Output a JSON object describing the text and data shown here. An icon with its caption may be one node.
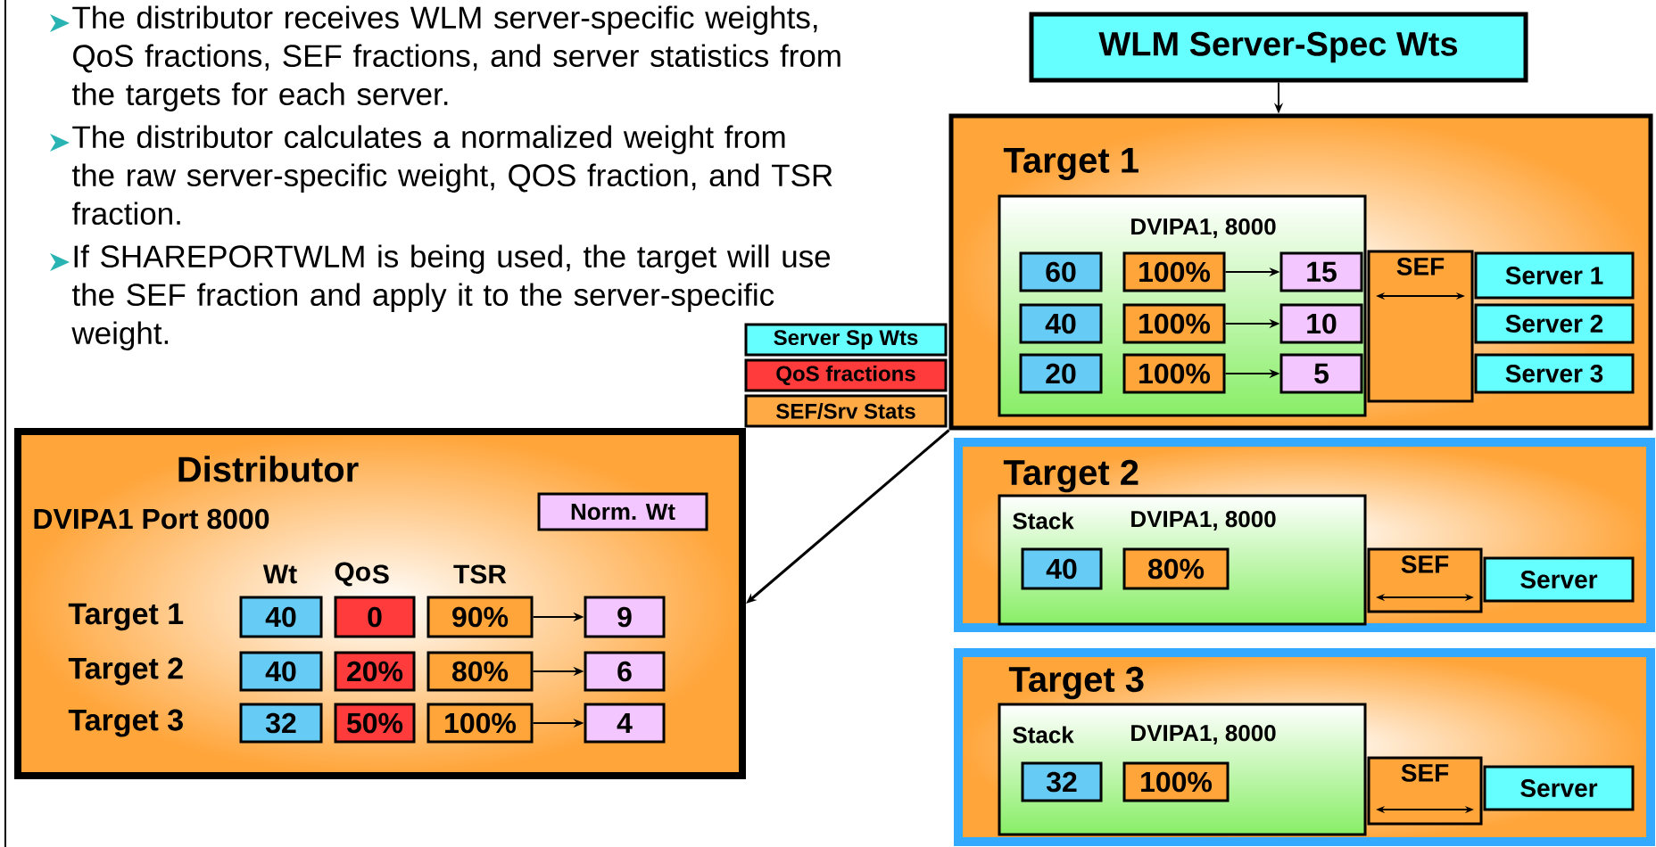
{
  "diagram": {
    "nodes": [
      {
        "text": [
          "WLM Server-Spec Wts"
        ]
      },
      {
        "text": [
          "Target 1"
        ]
      },
      {
        "text": [
          "DVIPA1, 8000"
        ],
        "in": 1
      },
      {
        "text": [
          "60"
        ],
        "in": 2
      },
      {
        "text": [
          "40"
        ],
        "in": 2
      },
      {
        "text": [
          "20"
        ],
        "in": 2
      },
      {
        "text": [
          "100%"
        ],
        "in": 2
      },
      {
        "text": [
          "100%"
        ],
        "in": 2
      },
      {
        "text": [
          "100%"
        ],
        "in": 2
      },
      {
        "text": [
          "15"
        ],
        "in": 2
      },
      {
        "text": [
          "10"
        ],
        "in": 2
      },
      {
        "text": [
          "5"
        ],
        "in": 2
      },
      {
        "text": [
          "SEF"
        ],
        "in": 1
      },
      {
        "text": [
          "Server 1"
        ],
        "in": 1
      },
      {
        "text": [
          "Server 2"
        ],
        "in": 1
      },
      {
        "text": [
          "Server 3"
        ],
        "in": 1
      },
      {
        "text": [
          "Target 2"
        ]
      },
      {
        "text": [
          "Stack",
          "DVIPA1, 8000"
        ],
        "in": 16
      },
      {
        "text": [
          "40"
        ],
        "in": 17
      },
      {
        "text": [
          "80%"
        ],
        "in": 17
      },
      {
        "text": [
          "SEF"
        ],
        "in": 16
      },
      {
        "text": [
          "Server"
        ],
        "in": 16
      },
      {
        "text": [
          "Target 3"
        ]
      },
      {
        "text": [
          "Stack",
          "DVIPA1, 8000"
        ],
        "in": 22
      },
      {
        "text": [
          "32"
        ],
        "in": 23
      },
      {
        "text": [
          "100%"
        ],
        "in": 23
      },
      {
        "text": [
          "SEF"
        ],
        "in": 22
      },
      {
        "text": [
          "Server"
        ],
        "in": 22
      },
      {
        "text": [
          "Distributor",
          "DVIPA1 Port 8000"
        ]
      },
      {
        "text": [
          "Norm. Wt"
        ],
        "in": 28
      },
      {
        "text": [
          "40"
        ],
        "in": 28
      },
      {
        "text": [
          "40"
        ],
        "in": 28
      },
      {
        "text": [
          "32"
        ],
        "in": 28
      },
      {
        "text": [
          "0"
        ],
        "in": 28
      },
      {
        "text": [
          "20%"
        ],
        "in": 28
      },
      {
        "text": [
          "50%"
        ],
        "in": 28
      },
      {
        "text": [
          "90%"
        ],
        "in": 28
      },
      {
        "text": [
          "80%"
        ],
        "in": 28
      },
      {
        "text": [
          "100%"
        ],
        "in": 28
      },
      {
        "text": [
          "9"
        ],
        "in": 28
      },
      {
        "text": [
          "6"
        ],
        "in": 28
      },
      {
        "text": [
          "4"
        ],
        "in": 28
      }
    ],
    "edges": [
      {
        "from": 0,
        "to": 1,
        "arrow": "to"
      },
      {
        "from": 6,
        "to": 9,
        "arrow": "to"
      },
      {
        "from": 7,
        "to": 10,
        "arrow": "to"
      },
      {
        "from": 8,
        "to": 11,
        "arrow": "to"
      },
      {
        "from": 36,
        "to": 39,
        "arrow": "to"
      },
      {
        "from": 37,
        "to": 40,
        "arrow": "to"
      },
      {
        "from": 38,
        "to": 41,
        "arrow": "to"
      },
      {
        "from": 1,
        "to": 28,
        "arrow": "to"
      }
    ],
    "labels": [
      "The distributor receives WLM server-specific weights, QoS fractions, SEF fractions, and server statistics from the targets for each server.",
      "The distributor calculates a normalized weight from the raw server-specific weight, QOS fraction, and TSR fraction.",
      "If SHAREPORTWLM is being used, the target will use the SEF fraction and apply it to the server-specific weight.",
      "Wt",
      "Qo",
      "S",
      "TSR",
      "Target 1",
      "Target 2",
      "Target 3"
    ],
    "legend": [
      {
        "text": "Server Sp Wts",
        "color": "#66ffff"
      },
      {
        "text": "QoS fractions",
        "color": "#ff3b3b"
      },
      {
        "text": "SEF/Srv Stats",
        "color": "#ffaa44"
      }
    ]
  }
}
